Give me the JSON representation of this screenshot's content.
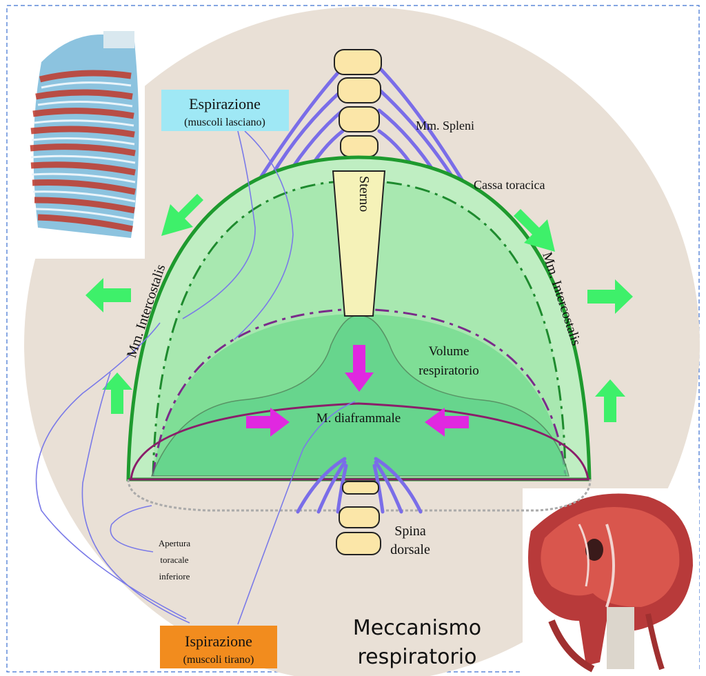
{
  "title_line1": "Meccanismo",
  "title_line2": "respiratorio",
  "labels": {
    "spleni": "Mm. Spleni",
    "cassa": "Cassa toracica",
    "sterno": "Sterno",
    "intercostalis_left": "Mm. Intercostalis",
    "intercostalis_right": "Mm. Intercostalis",
    "volume_line1": "Volume",
    "volume_line2": "respiratorio",
    "diaframma": "M. diaframmale",
    "spina_line1": "Spina",
    "spina_line2": "dorsale",
    "apertura_line1": "Apertura",
    "apertura_line2": "toracale",
    "apertura_line3": "inferiore"
  },
  "espirazione": {
    "title": "Espirazione",
    "subtitle": "(muscoli lasciano)",
    "color": "#9fe8f5"
  },
  "ispirazione": {
    "title": "Ispirazione",
    "subtitle": "(muscoli tirano)",
    "color": "#f28c1e"
  },
  "colors": {
    "background_disk": "#e9e0d6",
    "dome_fill": "#bfeec2",
    "dome_stroke": "#1e9a2e",
    "inner_fill": "#7fde96",
    "arrow_green": "#3ef06a",
    "arrow_magenta": "#e028e0",
    "muscle_purple": "#7a6de8",
    "vertebra_fill": "#fbe6a8",
    "diaphragm_line": "#8a1e6a",
    "pointer_line": "#7a7ae8"
  },
  "icons": {
    "ribcage_photo": "ribcage-photo",
    "diaphragm_photo": "diaphragm-photo"
  }
}
